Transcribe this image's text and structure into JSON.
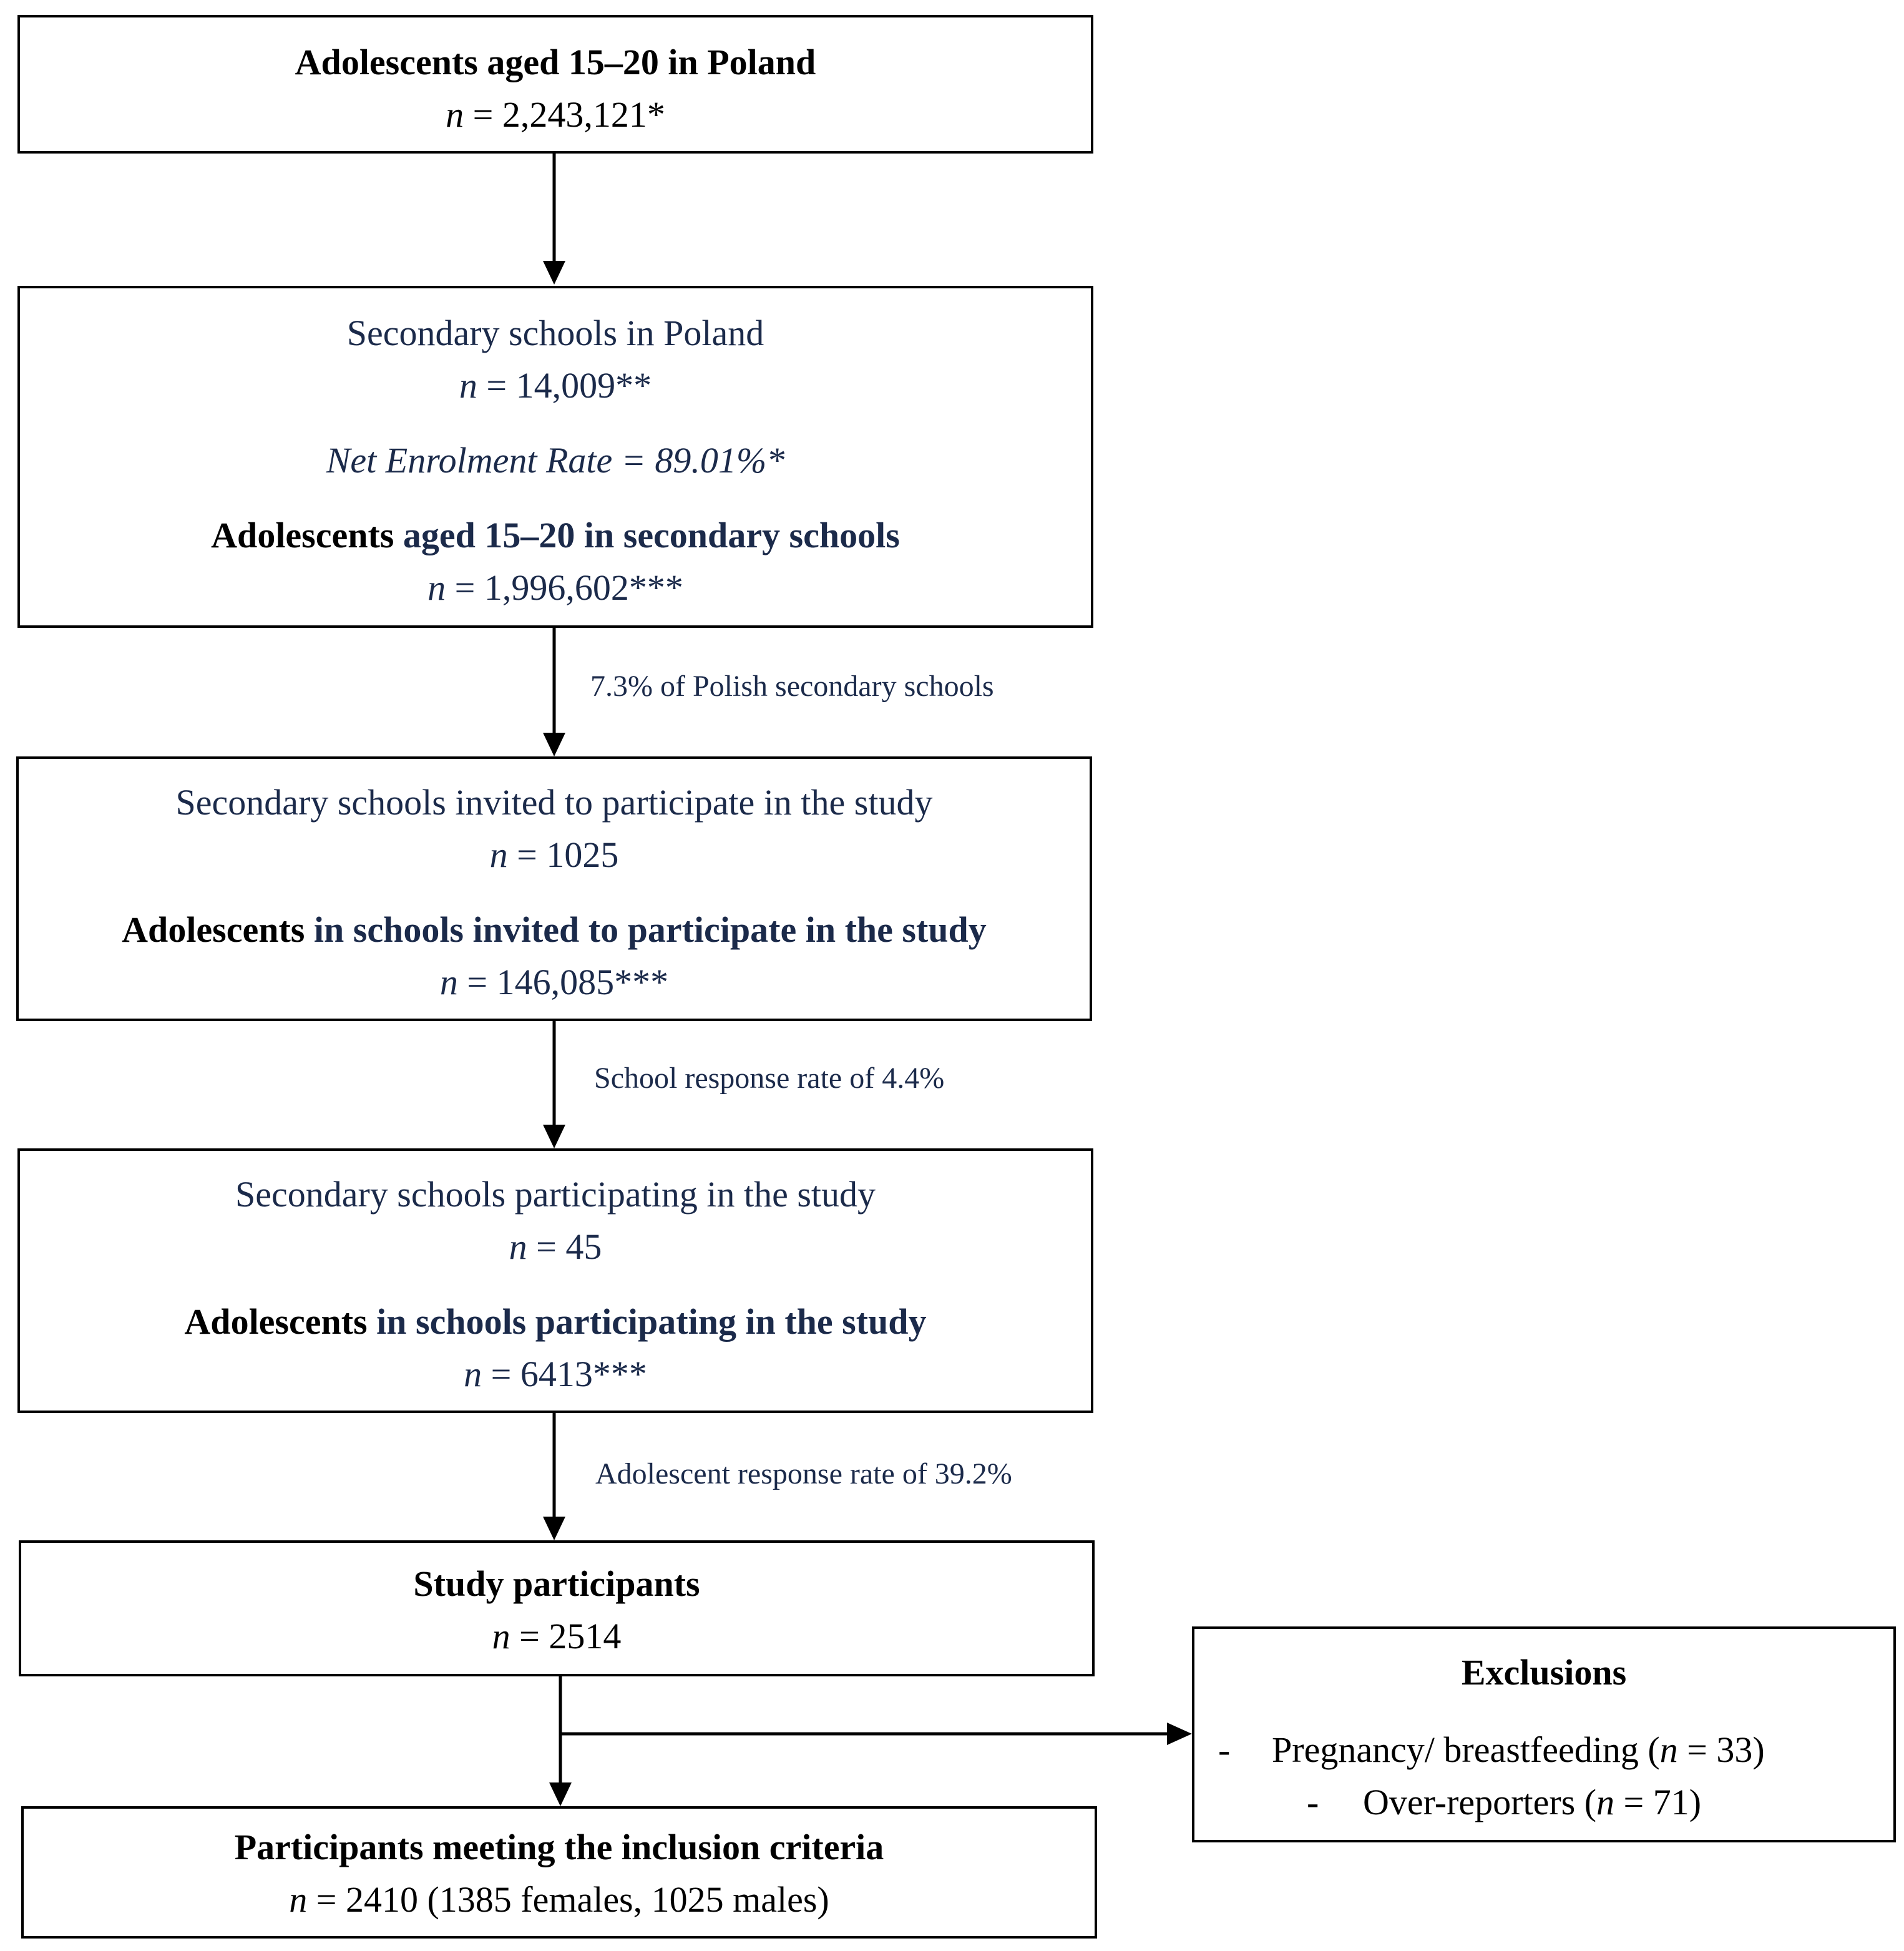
{
  "box1": {
    "title": "Adolescents aged 15–20 in Poland",
    "n_value": "2,243,121*"
  },
  "box2": {
    "line1": "Secondary schools in Poland",
    "n1_value": "14,009**",
    "rate": "Net Enrolment Rate = 89.01%*",
    "title_part1": "Adolescents ",
    "title_part2": "aged 15–20 in secondary schools",
    "n2_value": "1,996,602***"
  },
  "label1": "7.3% of Polish secondary schools",
  "box3": {
    "line1": "Secondary schools invited to participate in the study",
    "n1_value": "1025",
    "title_part1": "Adolescents ",
    "title_part2": "in schools invited to participate in the study",
    "n2_value": "146,085***"
  },
  "label2": "School response rate of 4.4%",
  "box4": {
    "line1": "Secondary schools participating in the study",
    "n1_value": "45",
    "title_part1": "Adolescents ",
    "title_part2": "in schools participating in the study",
    "n2_value": "6413***"
  },
  "label3": "Adolescent response rate of 39.2%",
  "box5": {
    "title": "Study participants",
    "n_value": "2514"
  },
  "exclusions": {
    "title": "Exclusions",
    "items": [
      {
        "bullet": "-",
        "text_before": "Pregnancy/ breastfeeding (",
        "n_value": "33",
        "text_after": ")"
      },
      {
        "bullet": "-",
        "text_before": "Over-reporters (",
        "n_value": "71",
        "text_after": ")"
      }
    ]
  },
  "box6": {
    "title": "Participants meeting the inclusion criteria",
    "n_value": "2410 (1385 females, 1025 males)"
  },
  "common": {
    "n_symbol": "n",
    "equals": " = "
  }
}
